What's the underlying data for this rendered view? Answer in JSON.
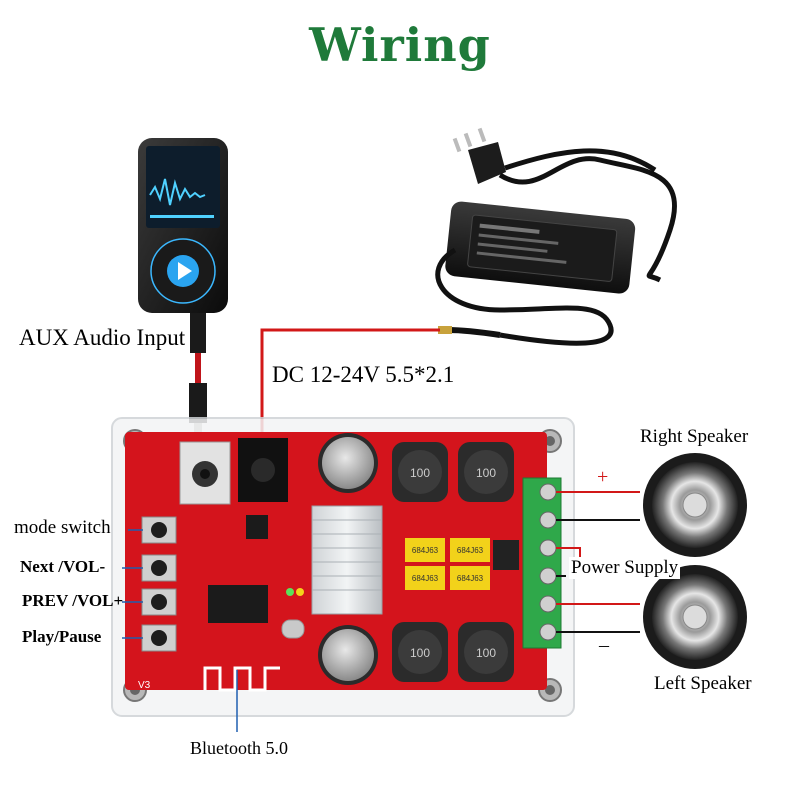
{
  "title": "Wiring",
  "labels": {
    "aux_input": "AUX Audio Input",
    "dc_input": "DC 12-24V 5.5*2.1",
    "right_speaker": "Right Speaker",
    "left_speaker": "Left Speaker",
    "power_supply": "Power Supply",
    "plus": "+",
    "minus": "–",
    "bluetooth": "Bluetooth 5.0"
  },
  "buttons": [
    {
      "label": "mode switch"
    },
    {
      "label": "Next /VOL-"
    },
    {
      "label": "PREV /VOL+"
    },
    {
      "label": "Play/Pause"
    }
  ],
  "board_marks": {
    "inductor_code": "100",
    "capacitor_code": "684J63",
    "version": "V3"
  },
  "colors": {
    "title": "#1f7a3a",
    "board": "#d4141c",
    "wire": "#d21818",
    "terminal": "#2fa84a",
    "leader": "#1f5fb0"
  }
}
